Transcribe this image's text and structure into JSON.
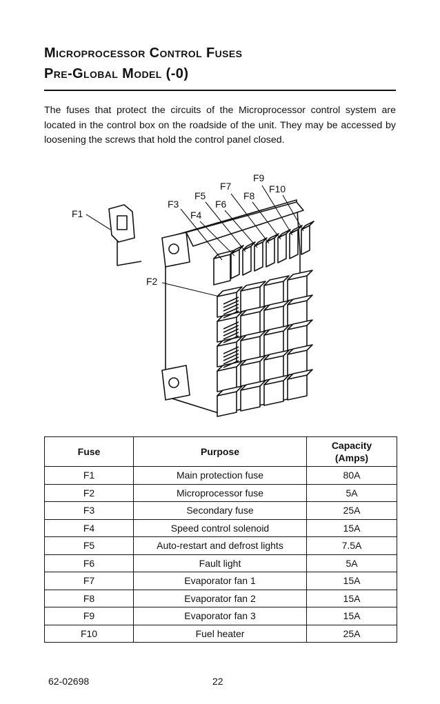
{
  "heading": {
    "line1": "Microprocessor Control Fuses",
    "line2": "Pre-Global Model (-0)"
  },
  "intro": "The fuses that protect the circuits of the Microprocessor control system are located in the control box on the roadside of the unit. They may be accessed by loosening the screws that hold the control  panel closed.",
  "diagram": {
    "labels": [
      "F1",
      "F2",
      "F3",
      "F4",
      "F5",
      "F6",
      "F7",
      "F8",
      "F9",
      "F10"
    ]
  },
  "table": {
    "headers": {
      "fuse": "Fuse",
      "purpose": "Purpose",
      "capacity_line1": "Capacity",
      "capacity_line2": "(Amps)"
    },
    "rows": [
      {
        "fuse": "F1",
        "purpose": "Main protection fuse",
        "capacity": "80A"
      },
      {
        "fuse": "F2",
        "purpose": "Microprocessor fuse",
        "capacity": "5A"
      },
      {
        "fuse": "F3",
        "purpose": "Secondary fuse",
        "capacity": "25A"
      },
      {
        "fuse": "F4",
        "purpose": "Speed control solenoid",
        "capacity": "15A"
      },
      {
        "fuse": "F5",
        "purpose": "Auto-restart and defrost lights",
        "capacity": "7.5A"
      },
      {
        "fuse": "F6",
        "purpose": "Fault light",
        "capacity": "5A"
      },
      {
        "fuse": "F7",
        "purpose": "Evaporator fan 1",
        "capacity": "15A"
      },
      {
        "fuse": "F8",
        "purpose": "Evaporator fan 2",
        "capacity": "15A"
      },
      {
        "fuse": "F9",
        "purpose": "Evaporator fan 3",
        "capacity": "15A"
      },
      {
        "fuse": "F10",
        "purpose": "Fuel heater",
        "capacity": "25A"
      }
    ]
  },
  "footer": {
    "doc_number": "62-02698",
    "page_number": "22"
  }
}
